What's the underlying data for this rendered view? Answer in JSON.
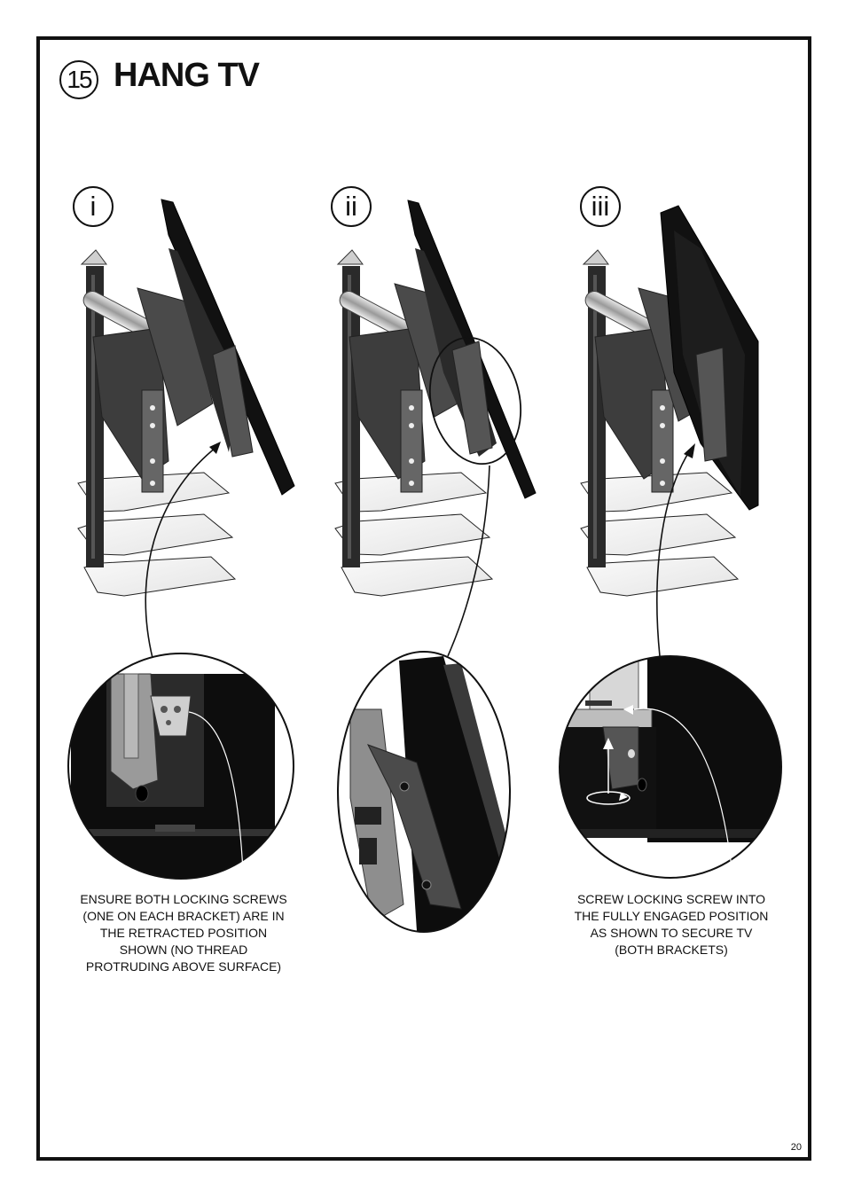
{
  "step": {
    "number": "15",
    "title": "HANG TV"
  },
  "panels": [
    {
      "label": "i"
    },
    {
      "label": "ii"
    },
    {
      "label": "iii"
    }
  ],
  "notes": {
    "left": "ENSURE BOTH LOCKING SCREWS (ONE ON EACH BRACKET) ARE IN THE RETRACTED POSITION SHOWN (NO THREAD PROTRUDING ABOVE SURFACE)",
    "right": "SCREW LOCKING SCREW INTO THE FULLY ENGAGED POSITION AS SHOWN TO SECURE TV (BOTH BRACKETS)"
  },
  "page_number": "20"
}
